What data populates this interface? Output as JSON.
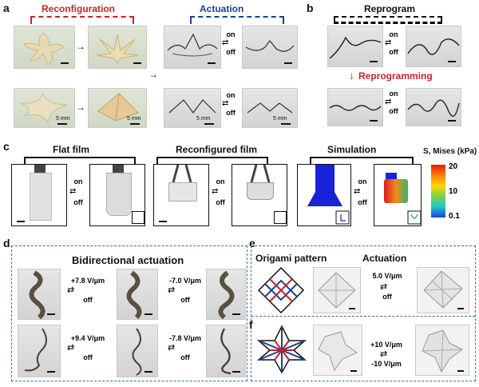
{
  "panels": {
    "a": {
      "label": "a",
      "reconfiguration": "Reconfiguration",
      "actuation": "Actuation",
      "scale": "5 mm"
    },
    "b": {
      "label": "b",
      "reprogram": "Reprogram",
      "reprogramming": "Reprogramming"
    },
    "c": {
      "label": "c",
      "flat_film": "Flat film",
      "reconfigured_film": "Reconfigured film",
      "simulation": "Simulation",
      "colorbar_title": "S, Mises (kPa)",
      "ticks": [
        "20",
        "10",
        "0.1"
      ]
    },
    "d": {
      "label": "d",
      "title": "Bidirectional actuation",
      "row1": {
        "left": "+7.8 V/μm",
        "right": "-7.0 V/μm"
      },
      "row2": {
        "left": "+9.4 V/μm",
        "right": "-7.8 V/μm"
      }
    },
    "e": {
      "label": "e",
      "origami": "Origami pattern",
      "actuation": "Actuation",
      "voltage": "5.0 V/μm"
    },
    "f": {
      "label": "f",
      "voltage_top": "+10 V/μm",
      "voltage_bottom": "-10 V/μm"
    }
  },
  "switch": {
    "on": "on",
    "off": "off"
  },
  "colors": {
    "red": "#c0262b",
    "blue": "#1f3f8f",
    "dash": "#3b6ea5"
  }
}
